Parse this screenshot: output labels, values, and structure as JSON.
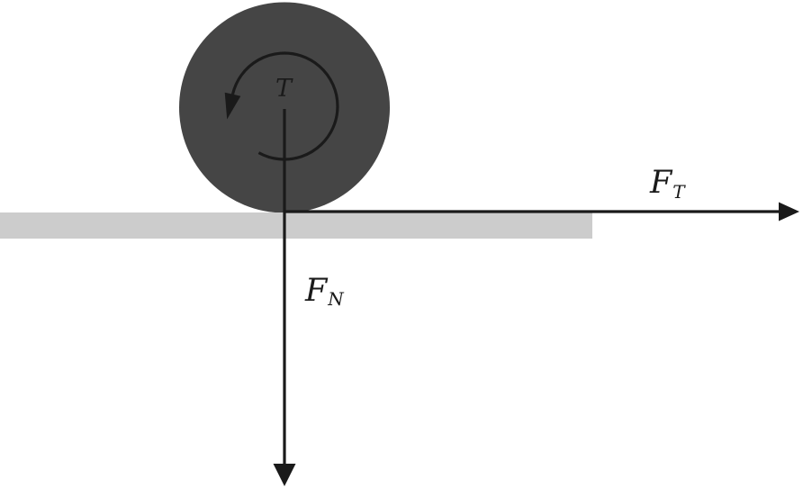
{
  "figure": {
    "colors": {
      "background": "#ffffff",
      "wheel": "#454545",
      "surface": "#cccccc",
      "ink": "#1a1a1a"
    },
    "labels": {
      "torque": "T",
      "tangential_force": {
        "base": "F",
        "sub": "T"
      },
      "normal_force": {
        "base": "F",
        "sub": "N"
      }
    }
  }
}
